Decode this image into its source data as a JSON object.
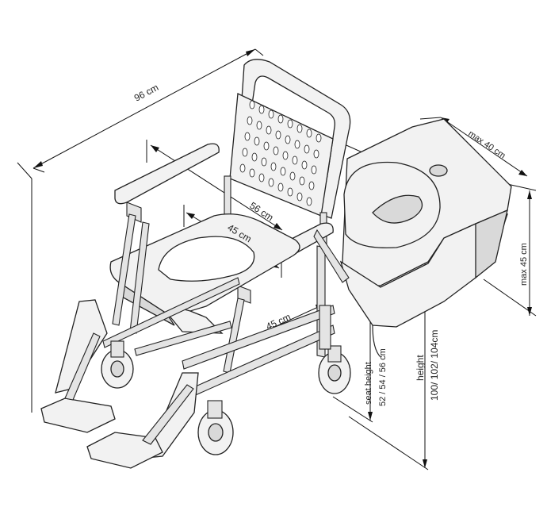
{
  "dimensions": {
    "overall_length": "96 cm",
    "backrest_width": "56 cm",
    "seat_opening_width": "45 cm",
    "seat_depth": "45 cm",
    "toilet_depth": "max 40 cm",
    "toilet_height": "max 45 cm",
    "seat_height_title": "seat height",
    "seat_height_values": "52 / 54 / 56 cm",
    "height_title": "height",
    "height_values": "100/ 102/ 104cm"
  },
  "colors": {
    "line": "#222222",
    "part_fill": "#f2f2f2",
    "shade": "#d9d9d9",
    "background": "#ffffff"
  }
}
